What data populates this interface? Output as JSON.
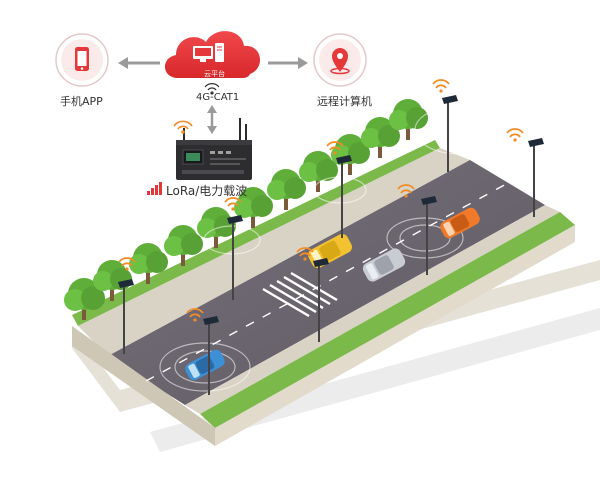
{
  "top": {
    "phone_label": "手机APP",
    "cloud_label": "云平台",
    "network_label": "4G-CAT1",
    "computer_label": "远程计算机"
  },
  "gateway": {
    "link_label": "LoRa/电力载波"
  },
  "colors": {
    "accent": "#e5383b",
    "arrow": "#9a9a9a",
    "grass": "#7bb94a",
    "tree": "#5fae3a",
    "road": "#6e6a72",
    "sidewalk": "#d9d3c5",
    "wifi": "#f28c28"
  },
  "icons": [
    "phone-icon",
    "cloud-server-icon",
    "location-pin-icon",
    "wifi-signal-icon",
    "signal-bars-icon",
    "gateway-device-icon",
    "solar-street-light-icon",
    "car-icon",
    "tree-icon"
  ]
}
